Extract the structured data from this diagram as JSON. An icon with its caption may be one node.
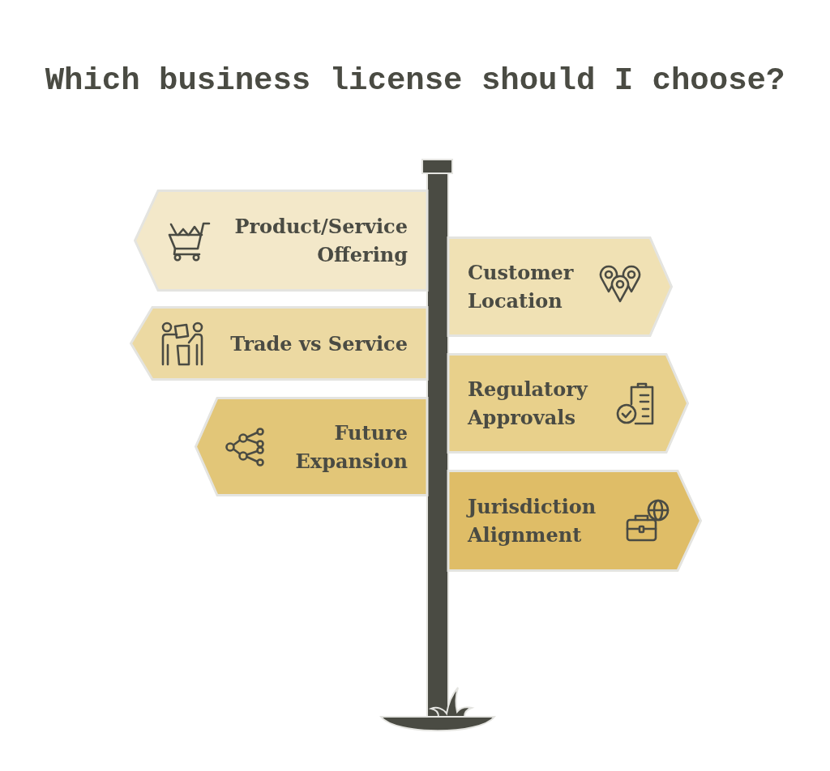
{
  "diagram": {
    "title": "Which business license should I choose?",
    "nodes": [
      {
        "text": [
          "Product/Service Offering"
        ]
      },
      {
        "text": [
          "Customer Location"
        ]
      },
      {
        "text": [
          "Trade vs Service"
        ]
      },
      {
        "text": [
          "Regulatory Approvals"
        ]
      },
      {
        "text": [
          "Future Expansion"
        ]
      },
      {
        "text": [
          "Jurisdiction Alignment"
        ]
      }
    ]
  }
}
